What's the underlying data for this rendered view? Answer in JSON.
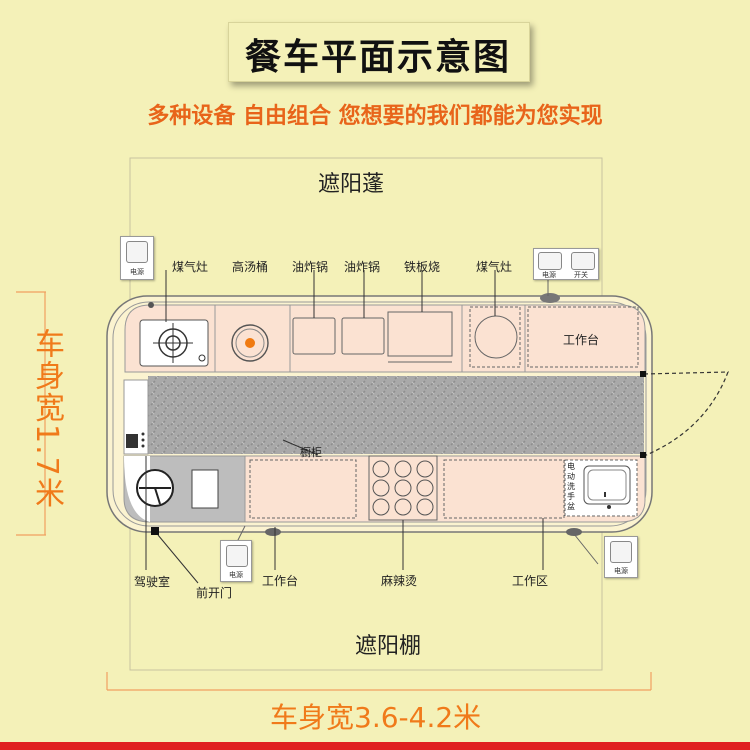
{
  "title": "餐车平面示意图",
  "subtitle": "多种设备  自由组合  您想要的我们都能为您实现",
  "labels": {
    "awning_top": "遮阳蓬",
    "awning_bottom": "遮阳棚",
    "gas_stove_left": "煤气灶",
    "soup_pot": "高汤桶",
    "fryer_1": "油炸锅",
    "fryer_2": "油炸锅",
    "griddle": "铁板烧",
    "gas_stove_right": "煤气灶",
    "workbench_top": "工作台",
    "cabinet": "橱柜",
    "cab": "驾驶室",
    "front_door": "前开门",
    "workbench_bottom": "工作台",
    "malatang": "麻辣烫",
    "work_area": "工作区",
    "sink_vertical": "电动洗手盆"
  },
  "sockets": {
    "power": "电源",
    "switch": "开关"
  },
  "dimensions": {
    "width": "车身宽1.7米",
    "length": "车身宽3.6-4.2米"
  },
  "colors": {
    "background": "#f4f1b8",
    "accent_orange": "#e8641a",
    "counter_fill": "#fbe2d2",
    "floor_fill": "#a8a8a8",
    "bottom_bar": "#e02020"
  }
}
